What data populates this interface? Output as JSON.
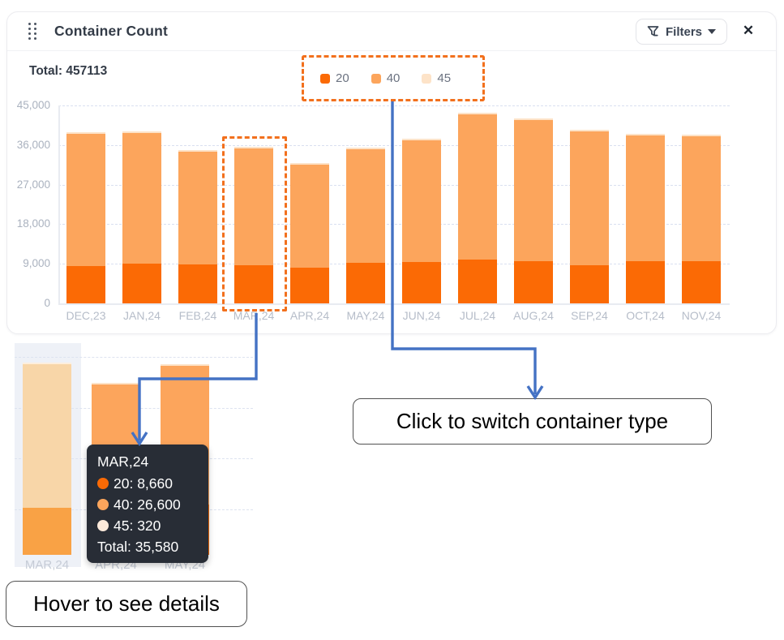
{
  "window": {
    "title": "Container Count"
  },
  "header": {
    "filters_label": "Filters",
    "close_glyph": "✕"
  },
  "summary": {
    "total_label": "Total: 457113"
  },
  "legend": {
    "items": [
      {
        "label": "20",
        "color": "#fb6a05"
      },
      {
        "label": "40",
        "color": "#fca55c"
      },
      {
        "label": "45",
        "color": "#fde3c8"
      }
    ]
  },
  "chart_data": {
    "type": "bar",
    "stacked": true,
    "title": "Container Count",
    "total_shown": 457113,
    "categories": [
      "DEC,23",
      "JAN,24",
      "FEB,24",
      "MAR,24",
      "APR,24",
      "MAY,24",
      "JUN,24",
      "JUL,24",
      "AUG,24",
      "SEP,24",
      "OCT,24",
      "NOV,24"
    ],
    "series": [
      {
        "name": "20",
        "color": "#fb6a05",
        "values": [
          8500,
          9050,
          8900,
          8660,
          8200,
          9300,
          9400,
          9900,
          9600,
          8700,
          9500,
          9600
        ]
      },
      {
        "name": "40",
        "color": "#fca55c",
        "values": [
          30000,
          29750,
          25600,
          26600,
          23300,
          25700,
          27700,
          33000,
          32000,
          30400,
          28700,
          28300
        ]
      },
      {
        "name": "45",
        "color": "#fde3c8",
        "values": [
          300,
          300,
          300,
          320,
          300,
          300,
          300,
          300,
          300,
          300,
          300,
          300
        ]
      }
    ],
    "yticks": [
      "45,000",
      "36,000",
      "27,000",
      "18,000",
      "9,000",
      "0"
    ],
    "ylim": [
      0,
      45000
    ],
    "grid": "horizontal-dashed",
    "legend_position": "top-center",
    "highlighted_category": "MAR,24"
  },
  "mini_chart": {
    "type": "bar",
    "stacked": true,
    "categories": [
      "MAR,24",
      "APR,24",
      "MAY,24"
    ],
    "series": [
      {
        "name": "20",
        "color": "#fb6a05",
        "faded_color": "#f9a245",
        "values": [
          8660,
          8200,
          9300
        ]
      },
      {
        "name": "40",
        "color": "#fca55c",
        "faded_color": "#f8d6a8",
        "values": [
          26600,
          23300,
          25700
        ]
      },
      {
        "name": "45",
        "color": "#fde3c8",
        "faded_color": "#fdeedd",
        "values": [
          320,
          300,
          300
        ]
      }
    ],
    "hovered_category": "MAR,24"
  },
  "tooltip": {
    "title": "MAR,24",
    "rows": [
      {
        "label": "20",
        "value": "8,660",
        "color": "#fb6a05"
      },
      {
        "label": "40",
        "value": "26,600",
        "color": "#fca55c"
      },
      {
        "label": "45",
        "value": "320",
        "color": "#fdeadb"
      }
    ],
    "total_label": "Total: 35,580"
  },
  "annotations": {
    "click_note": "Click to switch container type",
    "hover_note": "Hover to see details"
  }
}
